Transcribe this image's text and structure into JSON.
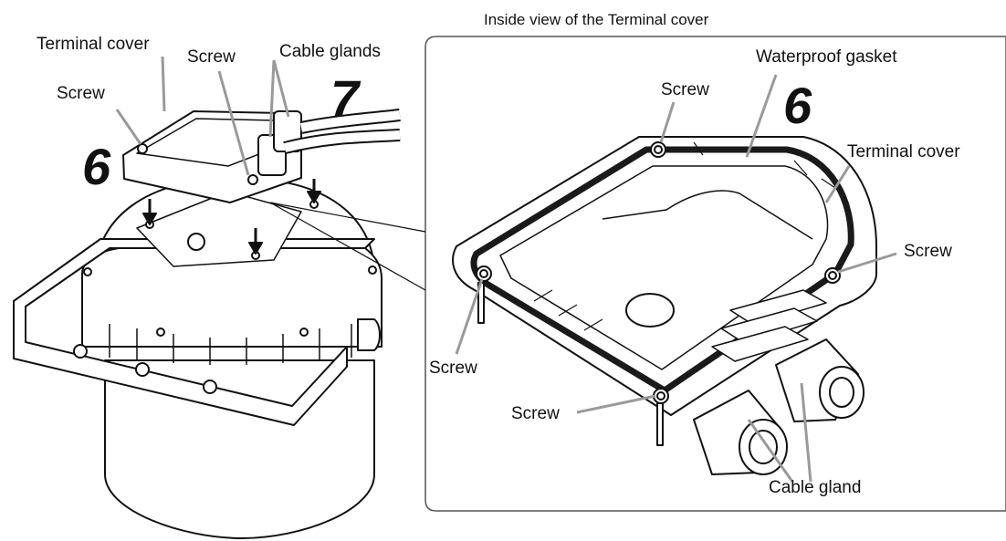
{
  "header": {
    "inside_view_title": "Inside view of the Terminal cover"
  },
  "left_view": {
    "label_terminal_cover": "Terminal cover",
    "label_screw_left": "Screw",
    "label_screw_center": "Screw",
    "label_cable_glands": "Cable glands",
    "step_tighten_screws": "6",
    "step_tighten_glands": "7"
  },
  "right_view": {
    "label_waterproof_gasket": "Waterproof gasket",
    "label_screw_top": "Screw",
    "label_terminal_cover": "Terminal cover",
    "label_screw_right": "Screw",
    "label_screw_left": "Screw",
    "label_screw_bottom": "Screw",
    "label_cable_gland": "Cable gland",
    "step_tighten_screws": "6"
  },
  "colors": {
    "ink": "#111111",
    "leader": "#9a9a9a",
    "gasket": "#1a1a1a",
    "frame": "#555555"
  }
}
